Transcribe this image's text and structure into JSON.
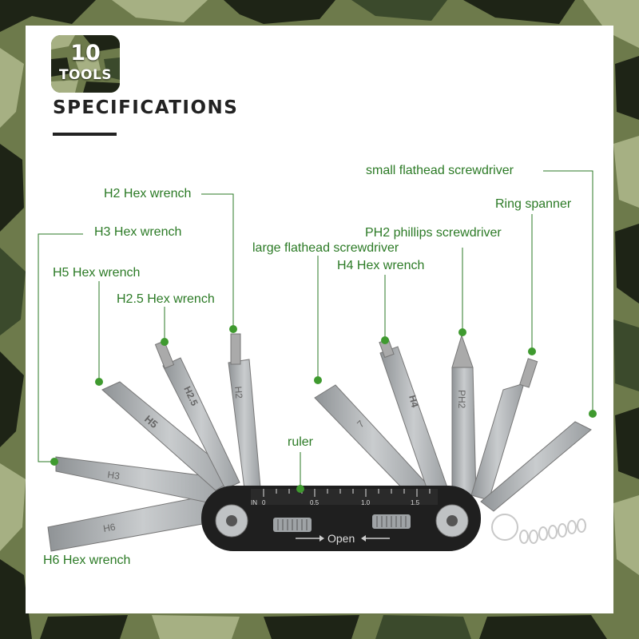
{
  "badge": {
    "number": "10",
    "label": "TOOLS"
  },
  "section_title": "SPECIFICATIONS",
  "callouts": {
    "small_flathead": "small flathead screwdriver",
    "h2": "H2 Hex wrench",
    "ring_spanner": "Ring spanner",
    "h3": "H3 Hex wrench",
    "ph2": "PH2 phillips screwdriver",
    "large_flathead": "large flathead screwdriver",
    "h5": "H5 Hex wrench",
    "h4": "H4 Hex wrench",
    "h2_5": "H2.5 Hex wrench",
    "ruler": "ruler",
    "h6": "H6 Hex wrench"
  },
  "tool_engravings": {
    "h3": "H3",
    "h5": "H5",
    "h2_5": "H2.5",
    "h2": "H2",
    "h6": "H6",
    "large_flat": "7",
    "h4": "H4",
    "ph2": "PH2"
  },
  "ruler": {
    "unit": "IN",
    "ticks": [
      "0",
      "0.5",
      "1.0",
      "1.5"
    ],
    "open_label": "Open"
  },
  "colors": {
    "callout_text": "#2b7a25",
    "callout_line": "#2b7a25",
    "dot": "#3f9a2f",
    "camo_light": "#8c9a6a",
    "camo_dark": "#1e2416"
  }
}
